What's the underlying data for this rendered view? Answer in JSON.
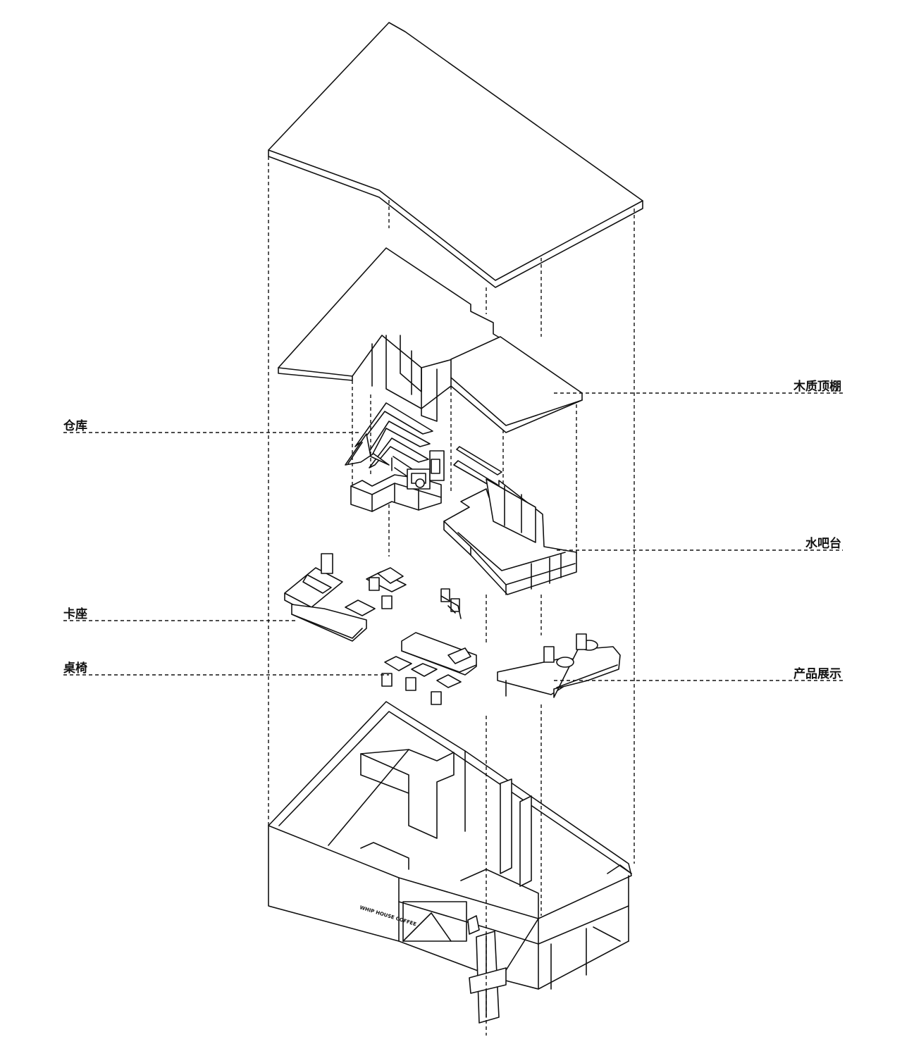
{
  "labels": {
    "wood_ceiling": "木质顶棚",
    "storage": "仓库",
    "water_bar": "水吧台",
    "booth": "卡座",
    "tables_chairs": "桌椅",
    "product_display": "产品展示"
  },
  "storefront_sign": "WHIP HOUSE COFFEE",
  "colors": {
    "line": "#111111",
    "background": "#ffffff"
  }
}
